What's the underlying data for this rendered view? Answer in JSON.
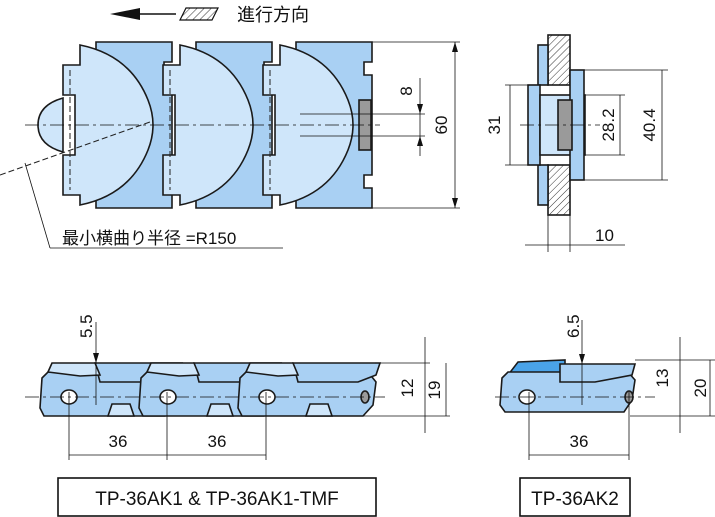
{
  "direction_label": "進行方向",
  "min_radius_label": "最小横曲り半径 =R150",
  "top_view": {
    "dims": {
      "width": "60",
      "gap": "8"
    }
  },
  "side_view": {
    "dims": {
      "a": "31",
      "b": "28.2",
      "c": "40.4",
      "d": "10"
    }
  },
  "ak1": {
    "dims": {
      "top": "5.5",
      "h1": "12",
      "h2": "19",
      "pitch1": "36",
      "pitch2": "36"
    },
    "label": "TP-36AK1 & TP-36AK1-TMF"
  },
  "ak2": {
    "dims": {
      "top": "6.5",
      "h1": "13",
      "h2": "20",
      "pitch": "36"
    },
    "label": "TP-36AK2"
  },
  "colors": {
    "dark_blue": "#a9d0f3",
    "light_blue": "#cfe6fa",
    "accent_blue": "#4aa3e8",
    "pin_gray": "#9a9a9a"
  }
}
